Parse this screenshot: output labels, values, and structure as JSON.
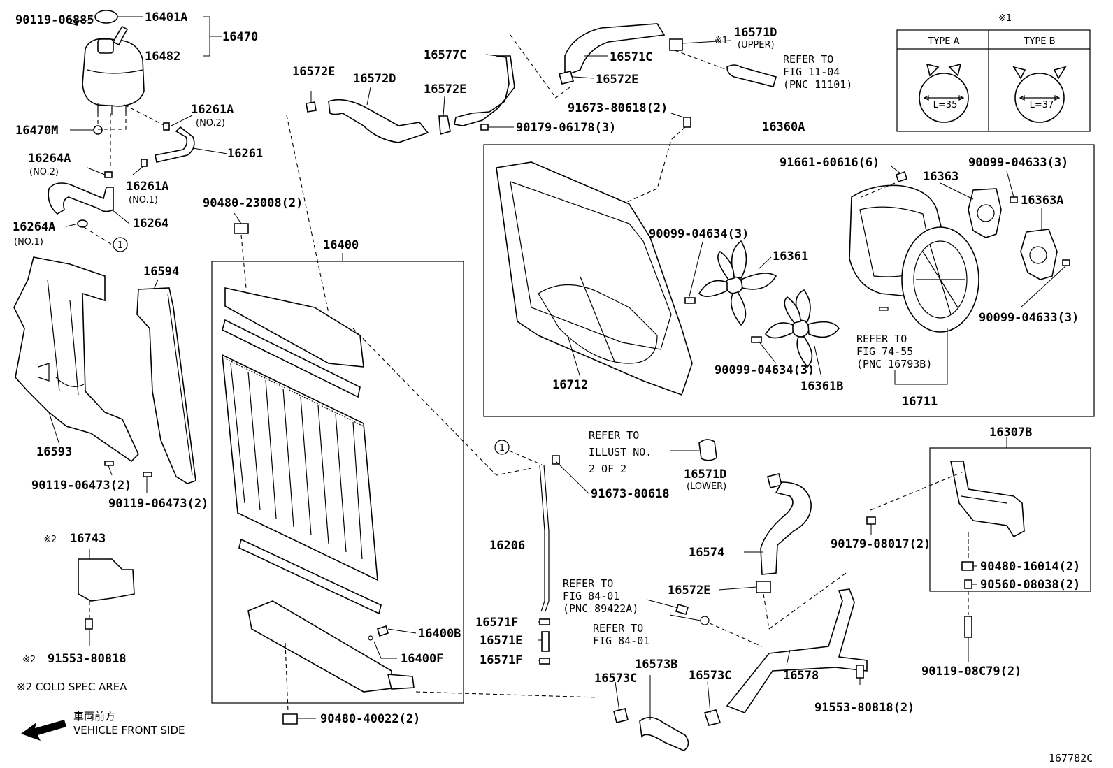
{
  "diagram_id": "167782C",
  "labels": {
    "p90119_06885": "90119-06885",
    "p16401A": "16401A",
    "p16470": "16470",
    "p16482": "16482",
    "p16470M": "16470M",
    "p16261A_2": "16261A",
    "p16261A_2_sub": "(NO.2)",
    "p16261": "16261",
    "p16264A_2": "16264A",
    "p16264A_2_sub": "(NO.2)",
    "p16261A_1": "16261A",
    "p16261A_1_sub": "(NO.1)",
    "p16264": "16264",
    "p16264A_1": "16264A",
    "p16264A_1_sub": "(NO.1)",
    "p16572E_a": "16572E",
    "p16572D": "16572D",
    "p16577C": "16577C",
    "p16572E_b": "16572E",
    "p90179_06178": "90179-06178(3)",
    "p16571C": "16571C",
    "p16572E_c": "16572E",
    "p16571D_up": "16571D",
    "p16571D_up_sub": "(UPPER)",
    "p91673_80618_2": "91673-80618(2)",
    "p16360A": "16360A",
    "p91661_60616": "91661-60616(6)",
    "p16363": "16363",
    "p90099_04633_a": "90099-04633(3)",
    "p16363A": "16363A",
    "p90099_04633_b": "90099-04633(3)",
    "p90480_23008": "90480-23008(2)",
    "p16400": "16400",
    "p90099_04634_a": "90099-04634(3)",
    "p16361": "16361",
    "p90099_04634_b": "90099-04634(3)",
    "p16361B": "16361B",
    "p16712": "16712",
    "p16711": "16711",
    "p16594": "16594",
    "p16593": "16593",
    "p90119_06473_a": "90119-06473(2)",
    "p90119_06473_b": "90119-06473(2)",
    "p16743": "16743",
    "p91553_80818_a": "91553-80818",
    "p91673_80618": "91673-80618",
    "p16206": "16206",
    "p16571D_low": "16571D",
    "p16571D_low_sub": "(LOWER)",
    "p16574": "16574",
    "p16572E_d": "16572E",
    "p16571F_a": "16571F",
    "p16571E": "16571E",
    "p16571F_b": "16571F",
    "p16400B": "16400B",
    "p16400F": "16400F",
    "p16573B": "16573B",
    "p16573C_a": "16573C",
    "p16573C_b": "16573C",
    "p16578": "16578",
    "p91553_80818_b": "91553-80818(2)",
    "p90480_40022": "90480-40022(2)",
    "p16307B": "16307B",
    "p90179_08017": "90179-08017(2)",
    "p90480_16014": "90480-16014(2)",
    "p90560_08038": "90560-08038(2)",
    "p90119_08C79": "90119-08C79(2)"
  },
  "refs": {
    "fig1104_l1": "REFER TO",
    "fig1104_l2": "FIG 11-04",
    "fig1104_l3": "(PNC 11101)",
    "fig7455_l1": "REFER TO",
    "fig7455_l2": "FIG 74-55",
    "fig7455_l3": "(PNC 16793B)",
    "illust_l1": "REFER TO",
    "illust_l2": "ILLUST NO.",
    "illust_l3": "2 OF 2",
    "fig8401a_l1": "REFER TO",
    "fig8401a_l2": "FIG 84-01",
    "fig8401a_l3": "(PNC 89422A)",
    "fig8401b_l1": "REFER TO",
    "fig8401b_l2": "FIG 84-01"
  },
  "callouts": {
    "circle_1": "1",
    "mark1": "※1",
    "mark2": "※2"
  },
  "clamp_types": {
    "mark": "※1",
    "type_a": "TYPE A",
    "type_b": "TYPE B",
    "len_a": "L=35",
    "len_b": "L=37"
  },
  "notes": {
    "cold_spec": "※2  COLD SPEC AREA",
    "front_jp": "車両前方",
    "front_en": "VEHICLE FRONT SIDE"
  }
}
